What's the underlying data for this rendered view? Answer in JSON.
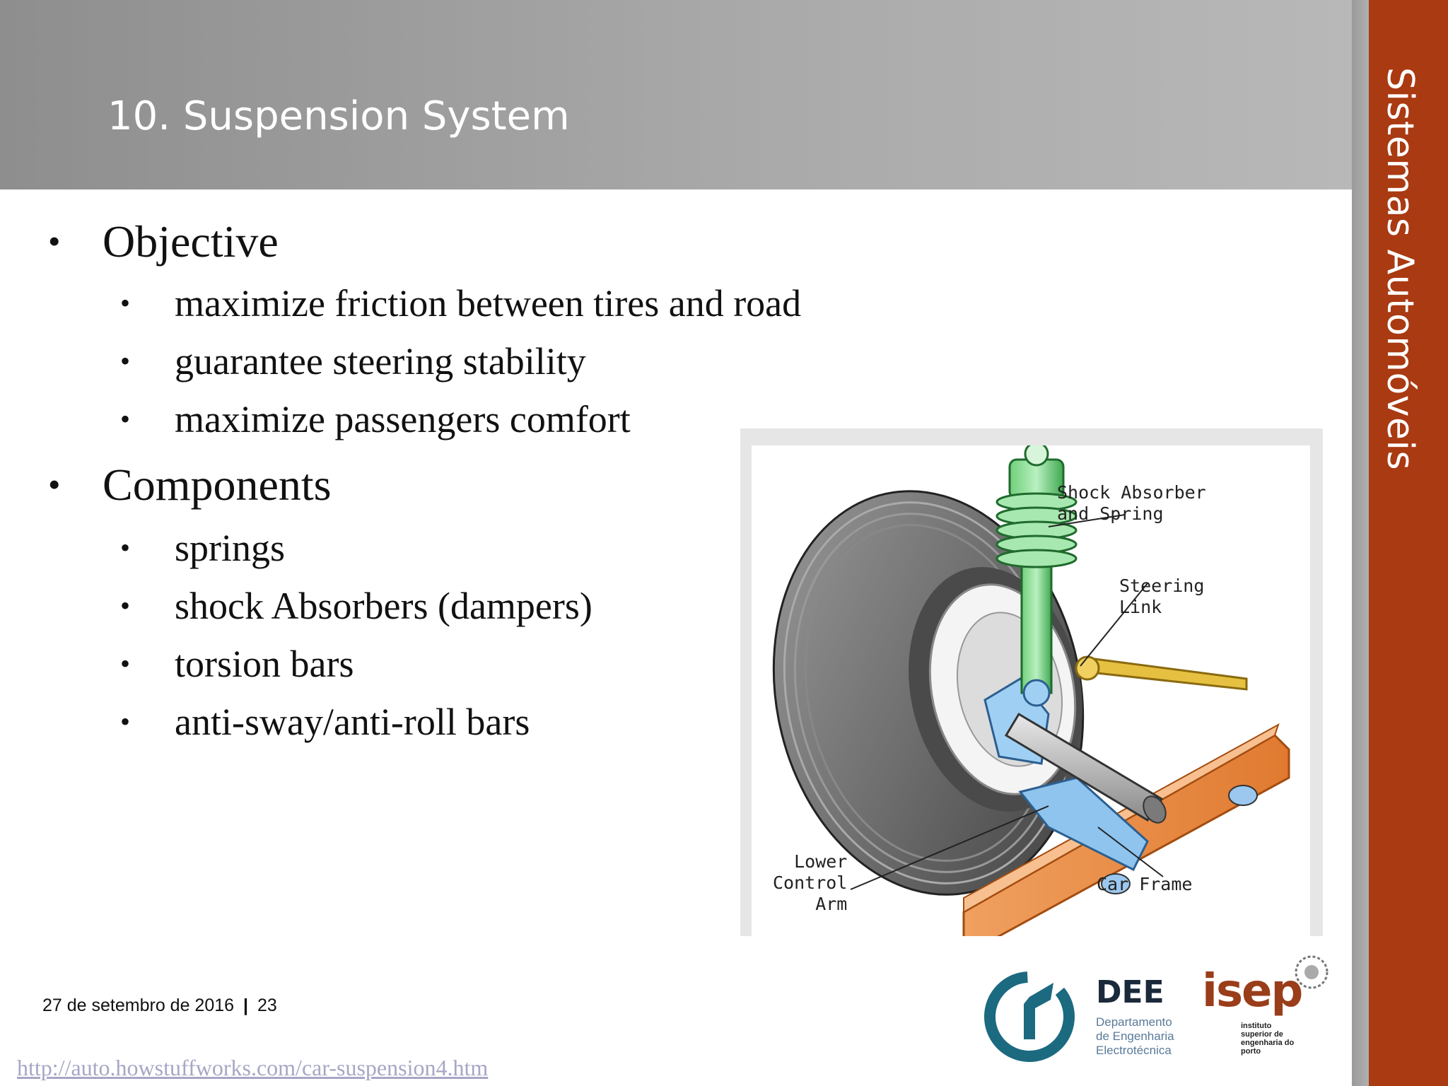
{
  "slide": {
    "title": "10. Suspension System",
    "side_label": "Sistemas Automóveis",
    "sections": [
      {
        "heading": "Objective",
        "items": [
          "maximize friction between tires and road",
          "guarantee steering stability",
          "maximize passengers comfort"
        ]
      },
      {
        "heading": "Components",
        "items": [
          "springs",
          "shock Absorbers (dampers)",
          "torsion bars",
          "anti-sway/anti-roll bars"
        ]
      }
    ],
    "bullet_glyph": "•"
  },
  "figure": {
    "labels": {
      "shock": "Shock Absorber\nand Spring",
      "steering": "Steering\nLink",
      "lower_arm": "Lower\nControl\nArm",
      "frame": "Car Frame"
    }
  },
  "footer": {
    "date": "27 de setembro de 2016",
    "separator": "|",
    "page": "23",
    "source_url": "http://auto.howstuffworks.com/car-suspension4.htm"
  },
  "logos": {
    "dee": {
      "name": "DEE",
      "line1": "Departamento",
      "line2": "de Engenharia",
      "line3": "Electrotécnica"
    },
    "isep": {
      "name": "isep",
      "line1": "instituto",
      "line2": "superior de",
      "line3": "engenharia do",
      "line4": "porto"
    }
  },
  "colors": {
    "side_bar": "#a93a12",
    "header_gray": "#a0a0a0"
  }
}
